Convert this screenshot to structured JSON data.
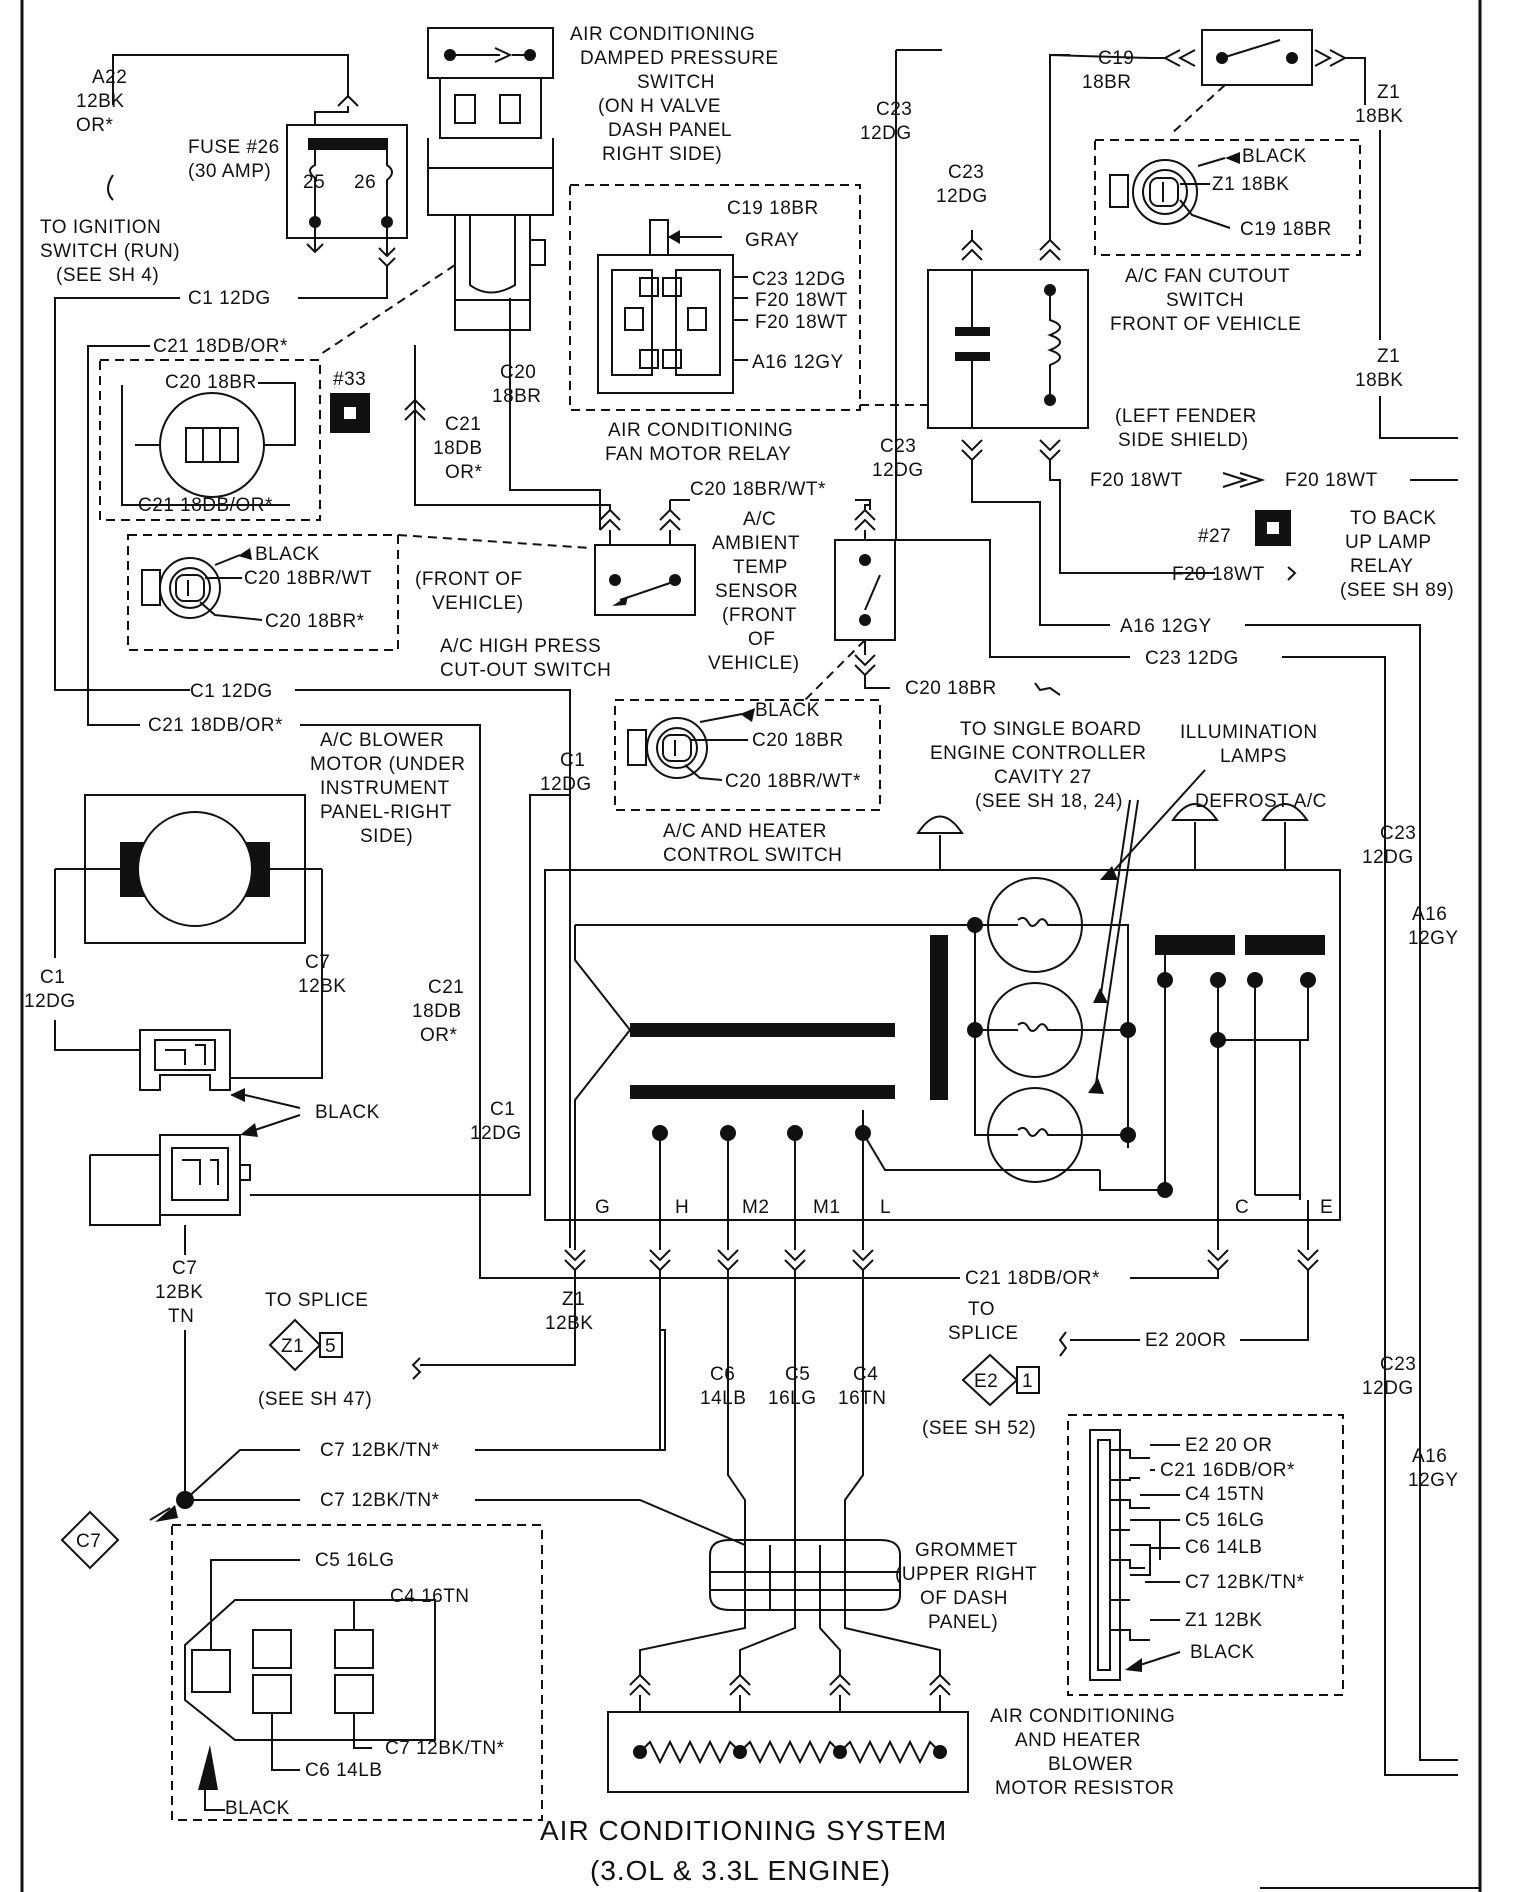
{
  "title": {
    "line1": "AIR CONDITIONING SYSTEM",
    "line2": "(3.OL & 3.3L ENGINE)"
  },
  "components": {
    "damped_switch": [
      "AIR CONDITIONING",
      "DAMPED PRESSURE",
      "SWITCH",
      "(ON H VALVE",
      "DASH PANEL",
      "RIGHT SIDE)"
    ],
    "fuse": [
      "FUSE #26",
      "(30 AMP)"
    ],
    "fuse_pins": [
      "25",
      "26"
    ],
    "fan_relay": [
      "AIR CONDITIONING",
      "FAN MOTOR RELAY"
    ],
    "fan_cutout": [
      "A/C FAN CUTOUT",
      "SWITCH",
      "FRONT OF VEHICLE"
    ],
    "fender": [
      "(LEFT FENDER",
      "SIDE SHIELD)"
    ],
    "high_press": [
      "A/C HIGH PRESS",
      "CUT-OUT SWITCH"
    ],
    "front_vehicle": [
      "(FRONT OF",
      "VEHICLE)"
    ],
    "ambient": [
      "A/C",
      "AMBIENT",
      "TEMP",
      "SENSOR",
      "(FRONT",
      "OF",
      "VEHICLE)"
    ],
    "control_switch": [
      "A/C AND HEATER",
      "CONTROL SWITCH"
    ],
    "blower_motor": [
      "A/C BLOWER",
      "MOTOR (UNDER",
      "INSTRUMENT",
      "PANEL-RIGHT",
      "SIDE)"
    ],
    "sbec": [
      "TO SINGLE BOARD",
      "ENGINE CONTROLLER",
      "CAVITY 27",
      "(SEE SH 18, 24)"
    ],
    "illum": [
      "ILLUMINATION",
      "LAMPS"
    ],
    "defrost_ac": "DEFROST A/C",
    "grommet": [
      "GROMMET",
      "(UPPER RIGHT",
      "OF DASH",
      "PANEL)"
    ],
    "resistor": [
      "AIR CONDITIONING",
      "AND HEATER",
      "BLOWER",
      "MOTOR RESISTOR"
    ],
    "ignition": [
      "TO IGNITION",
      "SWITCH (RUN)",
      "(SEE SH 4)"
    ],
    "backup": [
      "TO BACK",
      "UP LAMP",
      "RELAY",
      "(SEE SH 89)"
    ],
    "splice_z1": {
      "to": "TO SPLICE",
      "see": "(SEE SH 47)",
      "id": "Z1",
      "num": "5"
    },
    "splice_e2": {
      "to": [
        "TO",
        "SPLICE"
      ],
      "see": "(SEE SH 52)",
      "id": "E2",
      "num": "1"
    },
    "splice_c7": "C7",
    "fuse33": "#33",
    "fuse27": "#27",
    "black": "BLACK",
    "gray": "GRAY",
    "switch_terminals": [
      "G",
      "H",
      "M2",
      "M1",
      "L",
      "C",
      "E"
    ]
  },
  "wires": {
    "a22": [
      "A22",
      "12BK",
      "OR*"
    ],
    "c1_12dg": "C1 12DG",
    "c1_stack": [
      "C1",
      "12DG"
    ],
    "c21_18db_or": "C21 18DB/OR*",
    "c21_stack": [
      "C21",
      "18DB",
      "OR*"
    ],
    "c20_18br": "C20 18BR",
    "c20_stack": [
      "C20",
      "18BR"
    ],
    "c20_18br_star": "C20 18BR*",
    "c20_18br_wt": "C20 18BR/WT",
    "c20_18br_wt_star": "C20 18BR/WT*",
    "c19_18br": "C19 18BR",
    "c19_stack": [
      "C19",
      "18BR"
    ],
    "c23_12dg": "C23 12DG",
    "c23_stack": [
      "C23",
      "12DG"
    ],
    "f20_18wt": "F20 18WT",
    "a16_12gy": "A16 12GY",
    "a16_stack": [
      "A16",
      "12GY"
    ],
    "z1_18bk": "Z1 18BK",
    "z1_stack": [
      "Z1",
      "18BK"
    ],
    "z1_12bk": "Z1 12BK",
    "z1_12_stack": [
      "Z1",
      "12BK"
    ],
    "c7_stack": [
      "C7",
      "12BK"
    ],
    "c7_tn_stack": [
      "C7",
      "12BK",
      "TN"
    ],
    "c7_12bk_tn": "C7 12BK/TN*",
    "c6_14lb": "C6 14LB",
    "c6_stack": [
      "C6",
      "14LB"
    ],
    "c5_16lg": "C5 16LG",
    "c5_stack": [
      "C5",
      "16LG"
    ],
    "c4_16tn": "C4 16TN",
    "c4_stack": [
      "C4",
      "16TN"
    ],
    "e2_20or": "E2 20OR",
    "e2_20_or": "E2 20 OR",
    "c21_16db": "C21 16DB/OR*",
    "c4_15tn": "C4 15TN",
    "c20_18br_plain": "C20 18BR"
  }
}
